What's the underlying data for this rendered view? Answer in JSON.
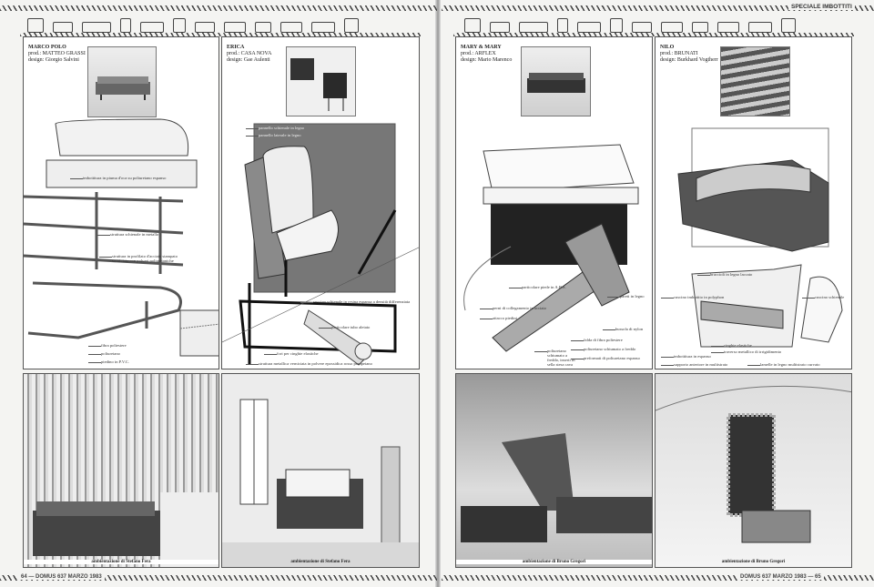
{
  "header": {
    "section": "SPECIALE IMBOTTITI"
  },
  "footer": {
    "left": "64 — DOMUS 637 MARZO 1983",
    "right": "DOMUS 637 MARZO 1983 — 65"
  },
  "products": [
    {
      "name": "MARCO POLO",
      "prod": "prod.: MATTEO GRASSI",
      "design": "design: Giorgio Salvini",
      "labels": [
        "imbottitura in piuma d'oca su poliuretano espanso",
        "struttura schienale in metallo",
        "struttura in profilato d'acciaio stampato verniciato con polveri poliuretaniche",
        "fibra poliestere",
        "poliuretano",
        "piedino in P.V.C."
      ],
      "caption": "ambientazione di Stefano Fera"
    },
    {
      "name": "ERICA",
      "prod": "prod.: CASA NOVA",
      "design": "design: Gae Aulenti",
      "labels": [
        "pannello schienale in legno",
        "pannello laterale in legno",
        "cuscino schienale in resina espansa a densità differenziata",
        "particolare tubo aletato",
        "fori per cinghie elastiche",
        "struttura metallica verniciata in polvere epossidica rosso pompeiano"
      ],
      "caption": "ambientazione di Stefano Fera"
    },
    {
      "name": "MARY & MARY",
      "prod": "prod.: ARFLEX",
      "design": "design: Mario Marenco",
      "labels": [
        "particolare piede in A.B.S.",
        "pareti in legno",
        "perni di collegamento in acciaio",
        "attacco piedini",
        "bussola di nylon",
        "falda di fibra poliestere",
        "poliuretano schiumato a freddo",
        "poliuretano schiumato a freddo, inserti in sella stesa cava",
        "preformati di poliuretano espanso"
      ],
      "caption": "ambientazione di Bruno Gregori"
    },
    {
      "name": "NILO",
      "prod": "prod.: BRUNATI",
      "design": "design: Burkhard Vogtherr",
      "labels": [
        "braccioli in legno laccato",
        "cuscino imbottito in polyphon",
        "cuscino schienale",
        "imbottitura in espanso",
        "supporto anteriore in multistrato",
        "cinghie elastiche",
        "traverso metallico di irrigidimento",
        "lamelle in legno multistrato curvato"
      ],
      "caption": "ambientazione di Bruno Gregori"
    }
  ]
}
